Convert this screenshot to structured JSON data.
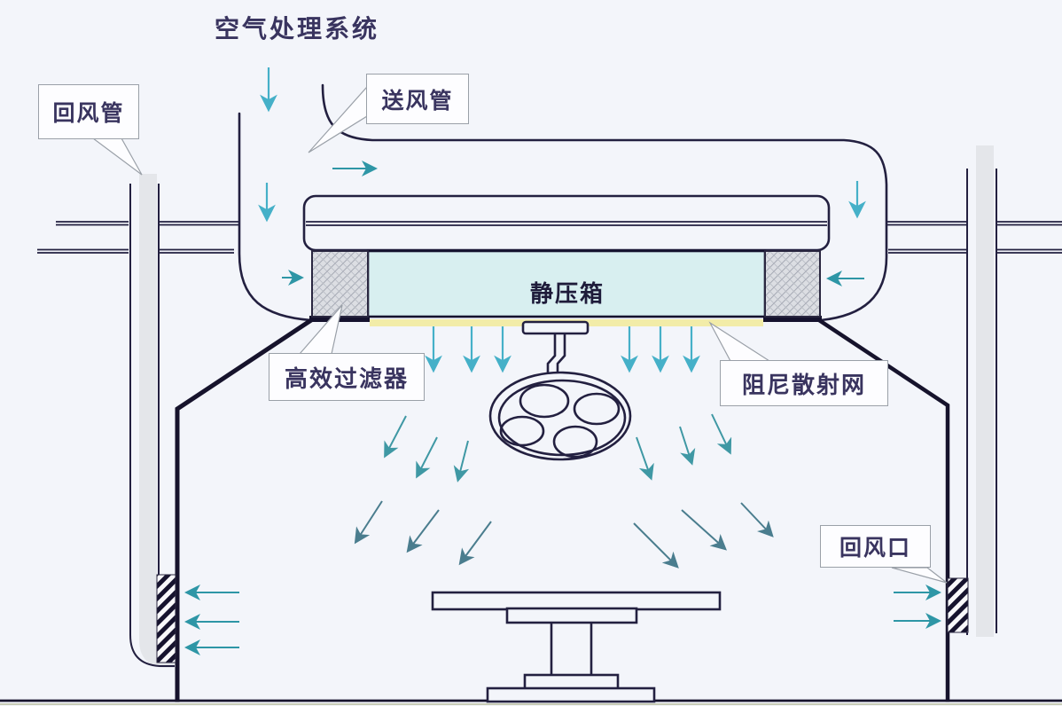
{
  "title": "空气处理系统",
  "labels": {
    "return_air_duct": "回风管",
    "supply_air_duct": "送风管",
    "hepa_filter": "高效过滤器",
    "static_pressure_box": "静压箱",
    "damping_diffuser_net": "阻尼散射网",
    "return_air_outlet": "回风口"
  },
  "colors": {
    "background": "#f3f5fa",
    "ink": "#232040",
    "wall": "#16132c",
    "label-text": "#39345f",
    "label-border": "#9aa0a8",
    "label-bg": "#fdfdff",
    "plenum-fill": "#d8eff0",
    "diffuser-yellow": "#f2eca8",
    "filter-gray": "#dcdee3",
    "pipe-gray": "#e4e6ea",
    "arrow-cyan": "#45b0c8",
    "arrow-teal": "#2e96a6",
    "arrow-teal2": "#3f98a4",
    "arrow-slate": "#4a7d8e"
  }
}
